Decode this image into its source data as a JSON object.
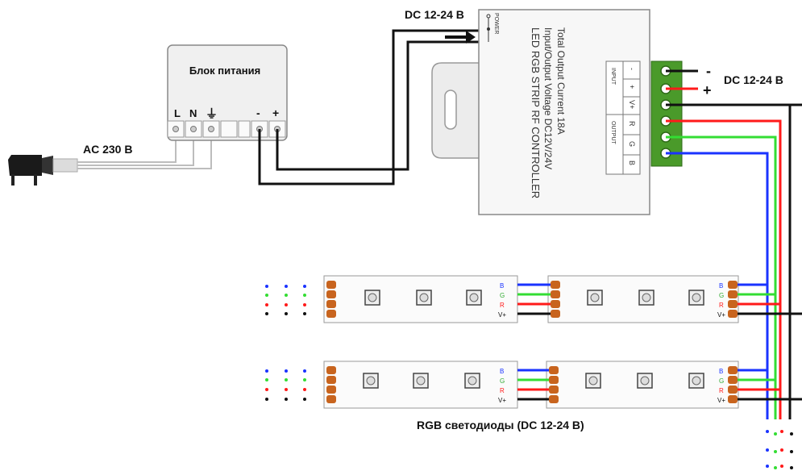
{
  "labels": {
    "dc_top": "DC 12-24 В",
    "dc_right": "DC 12-24 В",
    "ac": "AC 230 В",
    "psu_title": "Блок питания",
    "strip_caption": "RGB светодиоды (DC 12-24 В)"
  },
  "psu": {
    "terminal_L": "L",
    "terminal_N": "N",
    "terminal_minus": "-",
    "terminal_plus": "+"
  },
  "controller": {
    "line1": "LED RGB STRIP RF CONTROLLER",
    "line2": "Input/Output Voltage DC12V/24V",
    "line3": "Total Output Current 18A",
    "power": "POWER",
    "input": "INPUT",
    "output": "OUTPUT",
    "pins": [
      "-",
      "+",
      "V+",
      "R",
      "G",
      "B"
    ]
  },
  "polarity": {
    "minus": "-",
    "plus": "+"
  },
  "strip": {
    "pins": [
      "B",
      "G",
      "R",
      "V+"
    ]
  },
  "colors": {
    "wire_black": "#111111",
    "wire_red": "#ff1a1a",
    "wire_green": "#33dd33",
    "wire_blue": "#1a33ff",
    "terminal_block": "#4a9a2a",
    "strip_pad": "#c8641e",
    "box_fill": "#f2f2f2",
    "box_stroke": "#888888"
  }
}
